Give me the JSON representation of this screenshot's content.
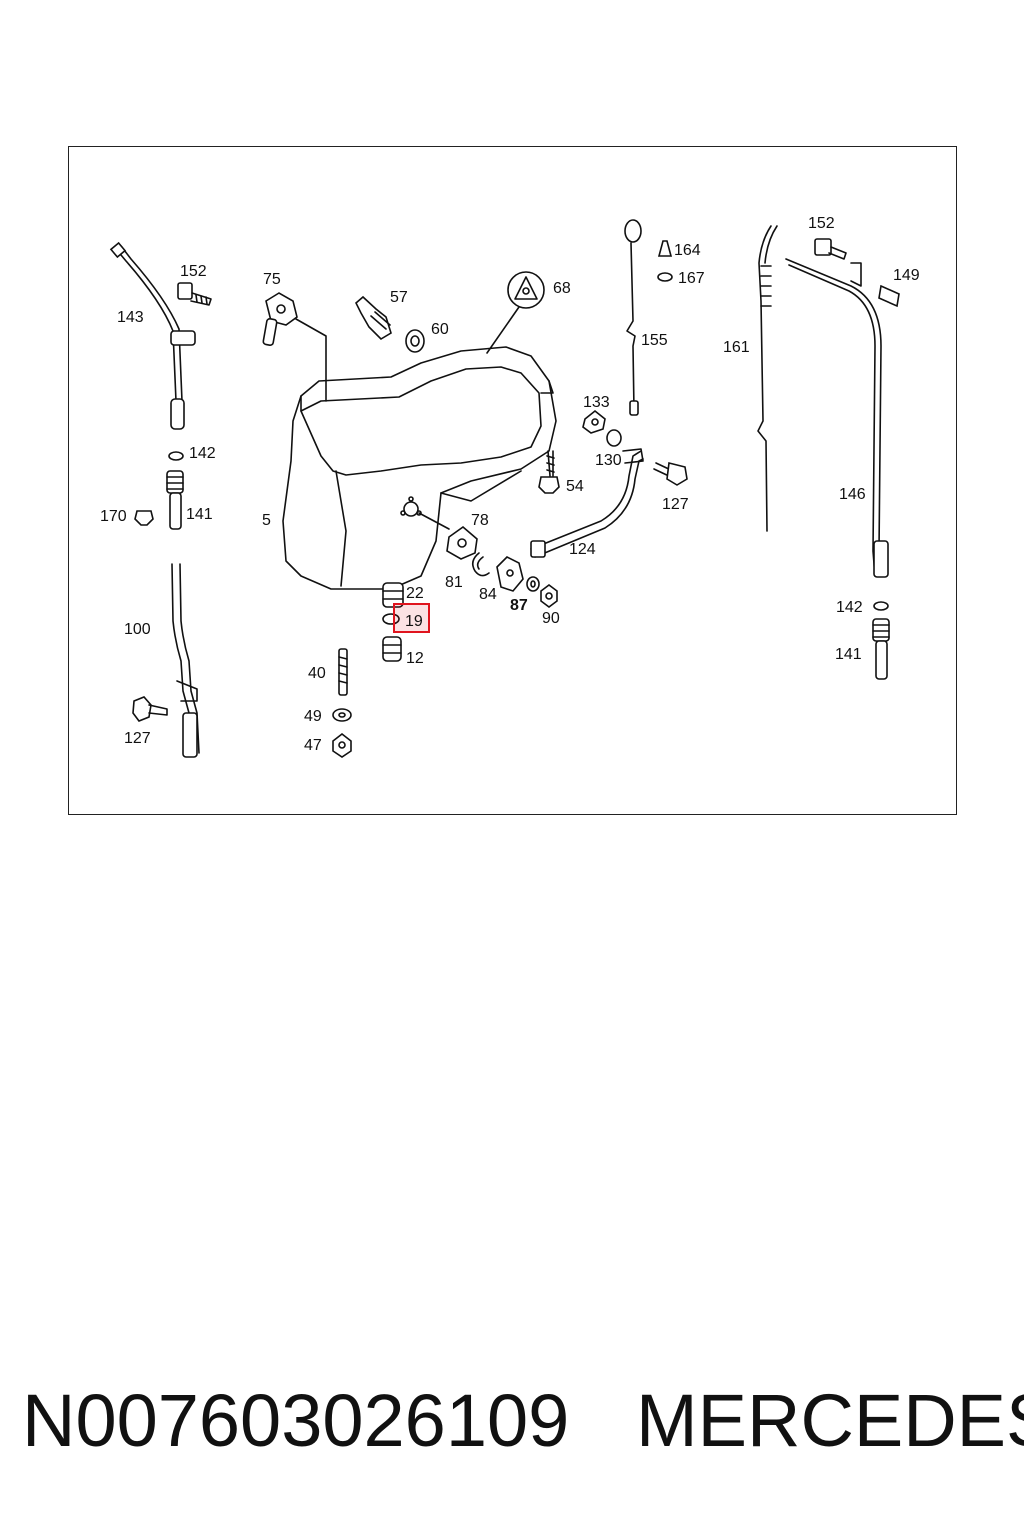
{
  "diagram": {
    "labels": {
      "l143": "143",
      "l152a": "152",
      "l75": "75",
      "l57": "57",
      "l60": "60",
      "l68": "68",
      "l164": "164",
      "l167": "167",
      "l155": "155",
      "l152b": "152",
      "l149": "149",
      "l161": "161",
      "l142a": "142",
      "l141a": "141",
      "l170": "170",
      "l5": "5",
      "l54": "54",
      "l133": "133",
      "l130": "130",
      "l127a": "127",
      "l146": "146",
      "l78": "78",
      "l124": "124",
      "l81": "81",
      "l84": "84",
      "l87": "87",
      "l90": "90",
      "l22": "22",
      "l19": "19",
      "l12": "12",
      "l100": "100",
      "l40": "40",
      "l49": "49",
      "l47": "47",
      "l127b": "127",
      "l142b": "142",
      "l141b": "141"
    },
    "highlighted_label": "19",
    "highlight_color": "#e0141e"
  },
  "footer": {
    "part_number": "N007603026109",
    "brand": "MERCEDES"
  }
}
